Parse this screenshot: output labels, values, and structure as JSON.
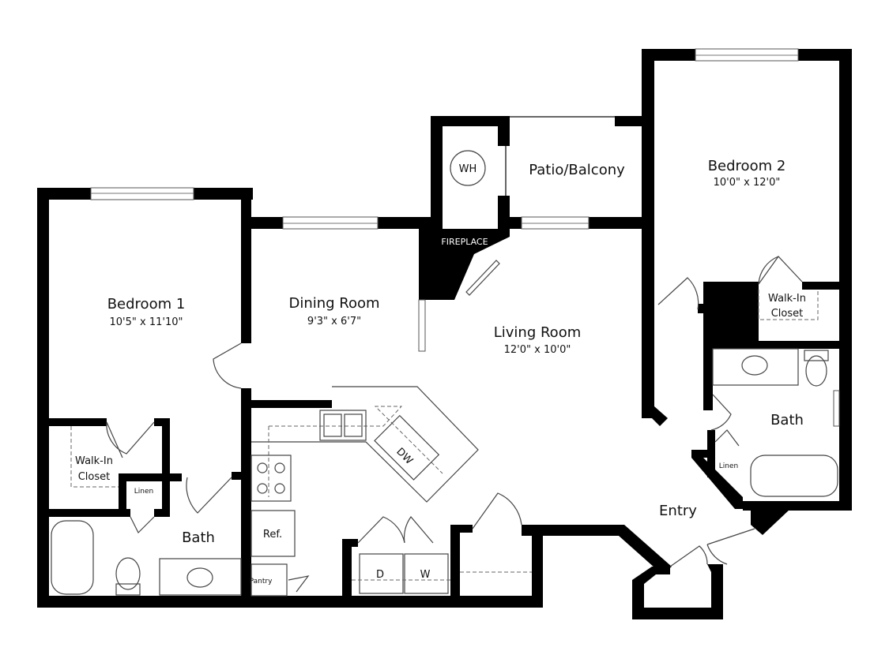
{
  "rooms": {
    "bedroom1": {
      "name": "Bedroom 1",
      "dims": "10'5\" x 11'10\""
    },
    "dining": {
      "name": "Dining Room",
      "dims": "9'3\" x 6'7\""
    },
    "living": {
      "name": "Living Room",
      "dims": "12'0\" x 10'0\""
    },
    "patio": {
      "name": "Patio/Balcony"
    },
    "bedroom2": {
      "name": "Bedroom 2",
      "dims": "10'0\" x 12'0\""
    },
    "bath1": {
      "name": "Bath"
    },
    "bath2": {
      "name": "Bath"
    },
    "entry": {
      "name": "Entry"
    },
    "closet1": {
      "line1": "Walk-In",
      "line2": "Closet"
    },
    "closet2": {
      "line1": "Walk-In",
      "line2": "Closet"
    }
  },
  "fixtures": {
    "water_heater": "WH",
    "fireplace": "FIREPLACE",
    "dishwasher": "DW",
    "refrigerator": "Ref.",
    "pantry": "Pantry",
    "linen1": "Linen",
    "linen2": "Linen",
    "dryer": "D",
    "washer": "W"
  }
}
